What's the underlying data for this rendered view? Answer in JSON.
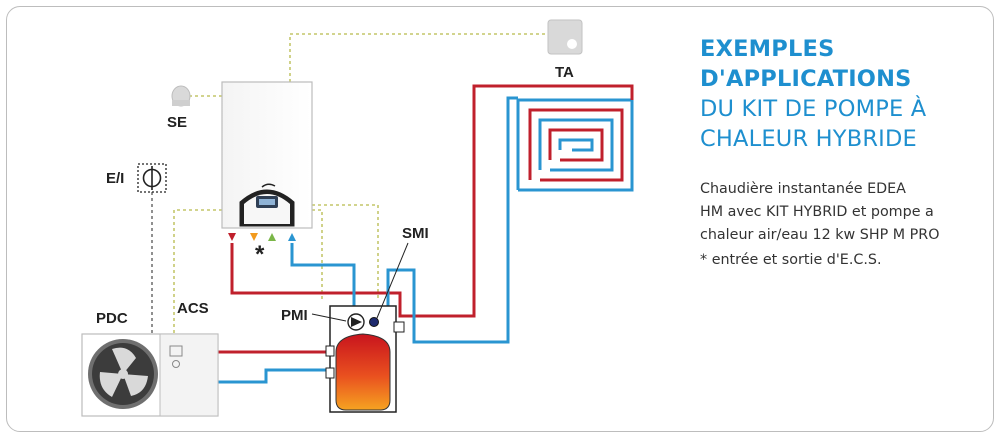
{
  "title": {
    "line1": "EXEMPLES",
    "line2": "D'APPLICATIONS",
    "line3": "DU KIT DE POMPE À",
    "line4": "CHALEUR HYBRIDE"
  },
  "description": {
    "line1": "Chaudière instantanée EDEA",
    "line2": "HM avec KIT HYBRID et pompe a",
    "line3": "chaleur air/eau 12 kw SHP M PRO"
  },
  "note": "* entrée et sortie d'E.C.S.",
  "labels": {
    "se": "SE",
    "ta": "TA",
    "ei": "E/I",
    "pdc": "PDC",
    "acs": "ACS",
    "pmi": "PMI",
    "smi": "SMI",
    "asterisk": "*"
  },
  "colors": {
    "title_blue": "#1e8fcf",
    "hot_pipe": "#c0202c",
    "cold_pipe": "#2a95d1",
    "control_wire": "#b7ba4a",
    "sensor_gray": "#d9d9d9",
    "arrow_orange": "#f29a1e",
    "arrow_green": "#7ab648"
  }
}
